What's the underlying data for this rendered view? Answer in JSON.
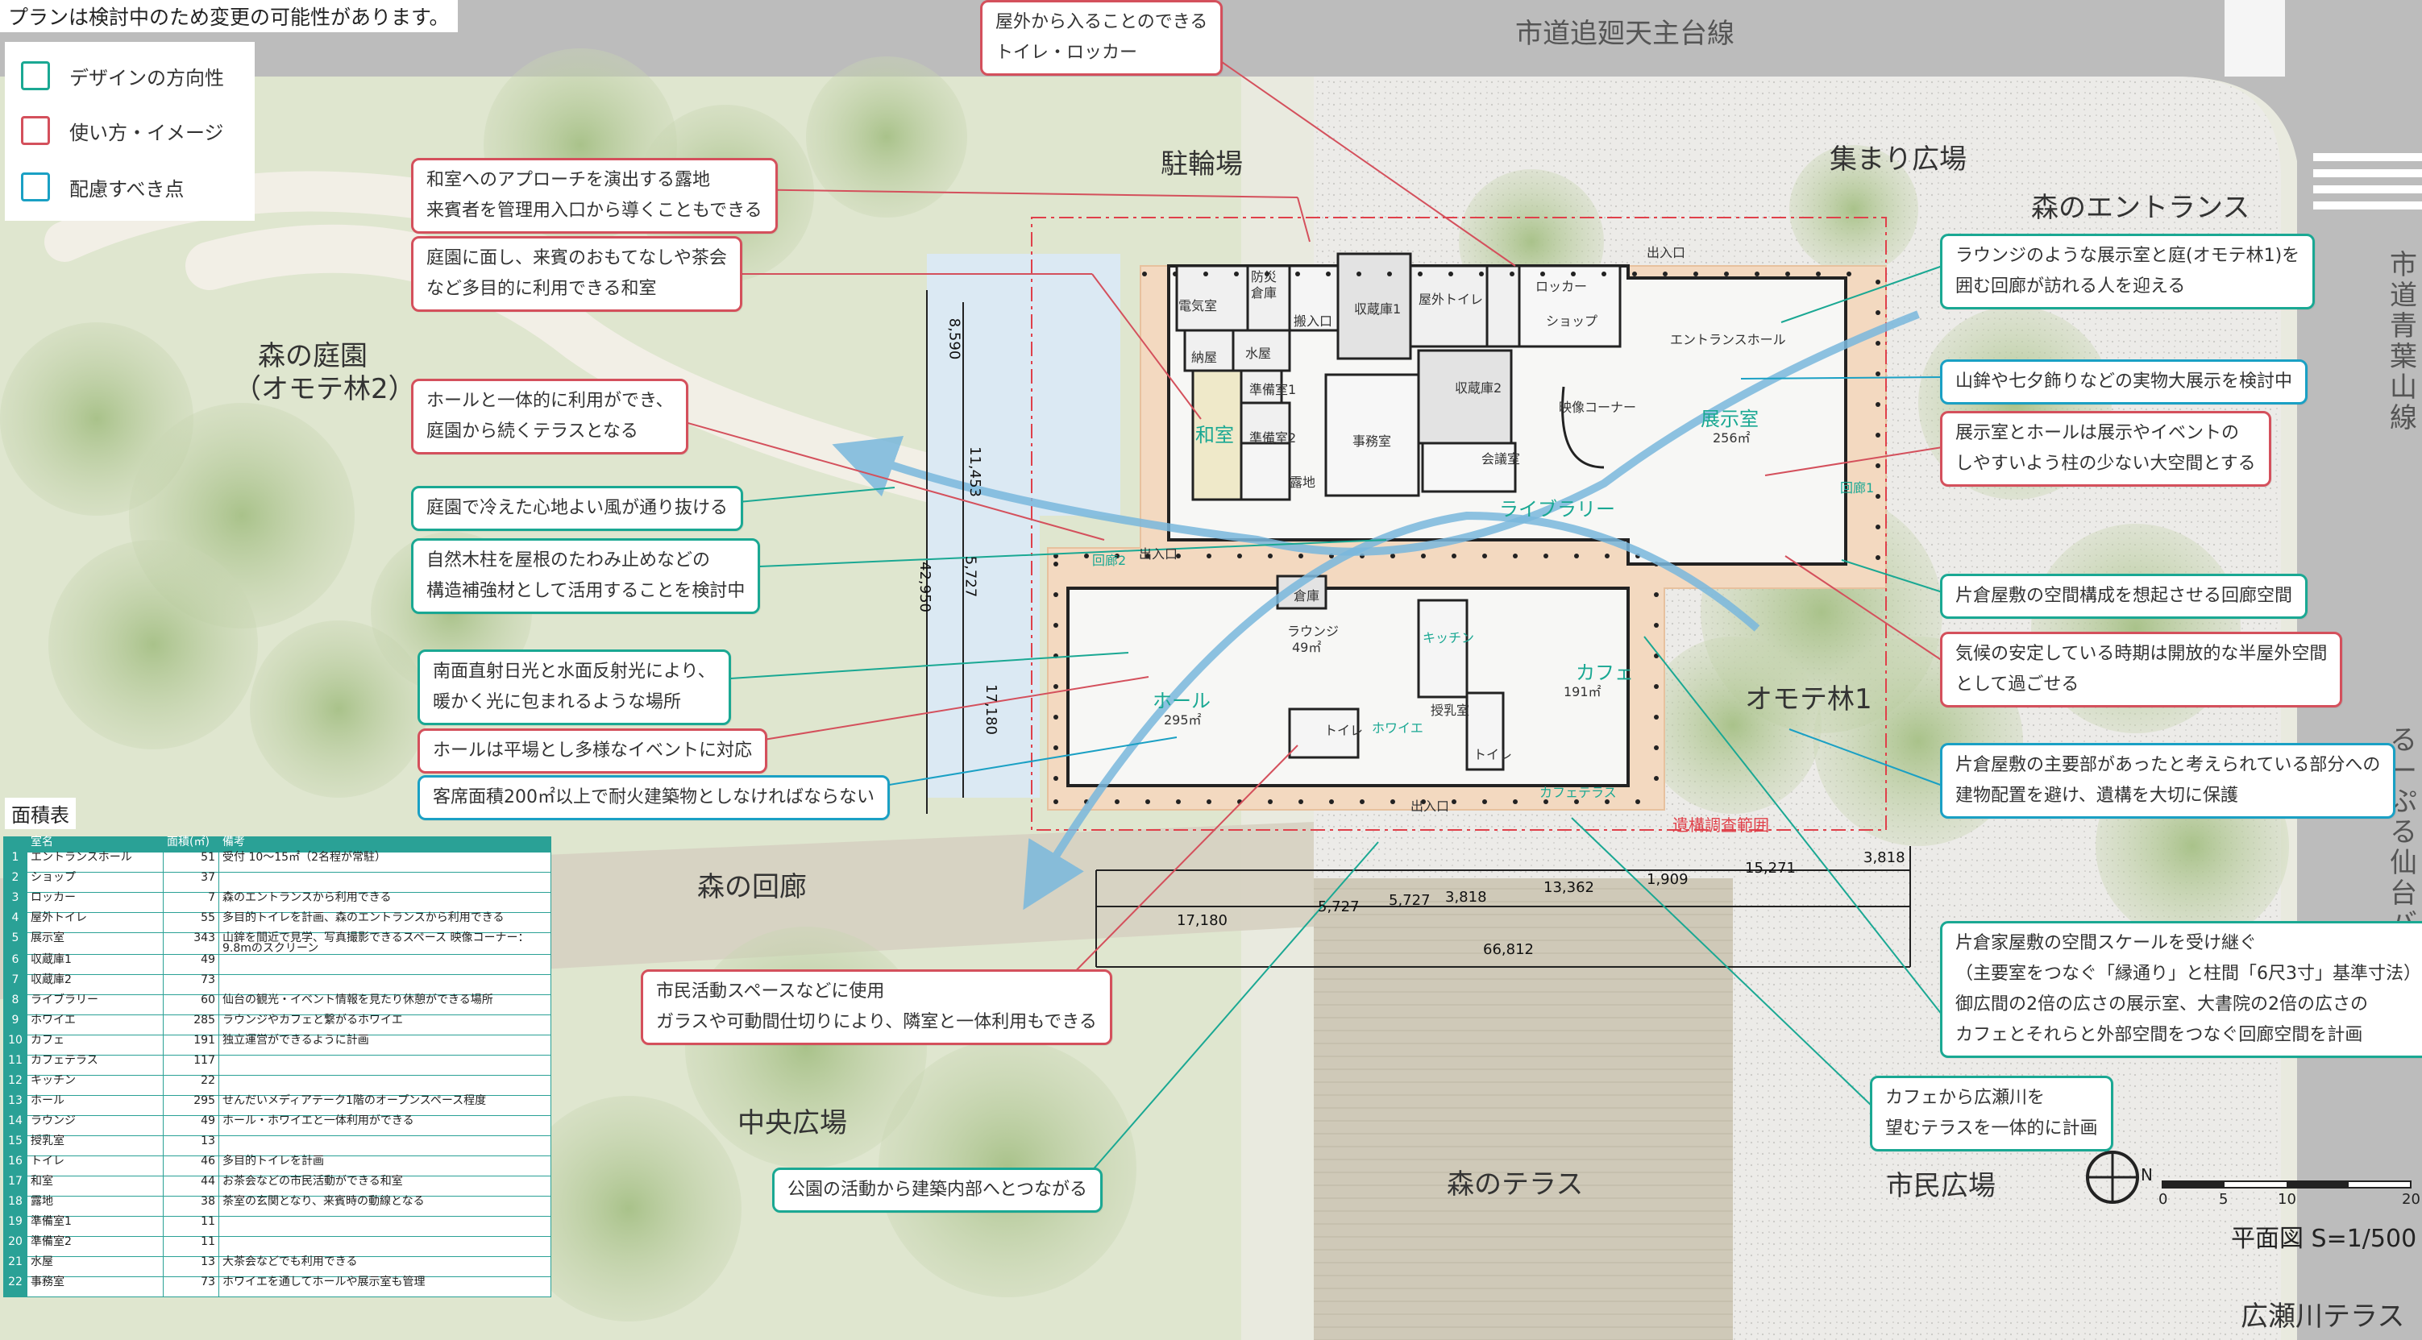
{
  "notice": "プランは検討中のため変更の可能性があります。",
  "legend": [
    {
      "label": "デザインの方向性",
      "color": "#1aa893"
    },
    {
      "label": "使い方・イメージ",
      "color": "#d4505c"
    },
    {
      "label": "配慮すべき点",
      "color": "#1aa0c4"
    }
  ],
  "map_labels": {
    "road_top": "市道追廻天主台線",
    "road_right": "市道青葉山線",
    "bus_stop": "るーぷる仙台バス停",
    "parking_bikes": "駐輪場",
    "gathering_plaza": "集まり広場",
    "forest_entrance": "森のエントランス",
    "forest_garden_1": "森の庭園",
    "forest_garden_2": "（オモテ林2）",
    "omote1": "オモテ林1",
    "forest_corridor": "森の回廊",
    "central_plaza": "中央広場",
    "forest_terrace": "森のテラス",
    "citizen_plaza": "市民広場",
    "river_terrace": "広瀬川テラス",
    "survey_range": "遺構調査範囲",
    "plan_scale": "平面図 S=1/500",
    "compass_n": "N",
    "scale_ticks": [
      "0",
      "5",
      "10",
      "20"
    ]
  },
  "rooms": {
    "denki": "電気室",
    "bousai": "防災",
    "souko_small": "倉庫",
    "hannyu": "搬入口",
    "shuzou1": "収蔵庫1",
    "outdoor_toilet": "屋外トイレ",
    "locker": "ロッカー",
    "shop": "ショップ",
    "entrance_hall": "エントランスホール",
    "nando": "納屋",
    "mizuya": "水屋",
    "junbi1": "準備室1",
    "junbi2": "準備室2",
    "washitsu": "和室",
    "roji": "露地",
    "jimushitsu": "事務室",
    "shuzou2": "収蔵庫2",
    "kaigishitsu": "会議室",
    "eizou": "映像コーナー",
    "tenjishitsu": "展示室",
    "tenji_area": "256㎡",
    "library": "ライブラリー",
    "kairo1": "回廊1",
    "kairo2": "回廊2",
    "deiriguchi1": "出入口",
    "deiriguchi2": "出入口",
    "deiriguchi3": "出入口",
    "souko": "倉庫",
    "lounge": "ラウンジ",
    "lounge_area": "49㎡",
    "kitchen": "キッチン",
    "cafe": "カフェ",
    "cafe_area": "191㎡",
    "hall": "ホール",
    "hall_area": "295㎡",
    "toilet1": "トイレ",
    "toilet2": "トイレ",
    "jyunyu": "授乳室",
    "foyer": "ホワイエ",
    "cafe_terrace": "カフェテラス"
  },
  "dimensions": {
    "v1": "8,590",
    "v2": "11,453",
    "v3": "5,727",
    "v4": "17,180",
    "v_total": "42,950",
    "h1": "17,180",
    "h2": "5,727",
    "h3": "5,727",
    "h4": "3,818",
    "h5": "13,362",
    "h6": "1,909",
    "h7": "15,271",
    "h8": "3,818",
    "h_total": "66,812"
  },
  "callouts": [
    {
      "lines": [
        "屋外から入ることのできる",
        "トイレ・ロッカー"
      ],
      "type": "red"
    },
    {
      "lines": [
        "和室へのアプローチを演出する露地",
        "来賓者を管理用入口から導くこともできる"
      ],
      "type": "red"
    },
    {
      "lines": [
        "庭園に面し、来賓のおもてなしや茶会",
        "など多目的に利用できる和室"
      ],
      "type": "red"
    },
    {
      "lines": [
        "ホールと一体的に利用ができ、",
        "庭園から続くテラスとなる"
      ],
      "type": "red"
    },
    {
      "lines": [
        "庭園で冷えた心地よい風が通り抜ける"
      ],
      "type": "green"
    },
    {
      "lines": [
        "自然木柱を屋根のたわみ止めなどの",
        "構造補強材として活用することを検討中"
      ],
      "type": "green"
    },
    {
      "lines": [
        "南面直射日光と水面反射光により、",
        "暖かく光に包まれるような場所"
      ],
      "type": "green"
    },
    {
      "lines": [
        "ホールは平場とし多様なイベントに対応"
      ],
      "type": "red"
    },
    {
      "lines": [
        "客席面積200㎡以上で耐火建築物としなければならない"
      ],
      "type": "blue"
    },
    {
      "lines": [
        "市民活動スペースなどに使用",
        "ガラスや可動間仕切りにより、隣室と一体利用もできる"
      ],
      "type": "red"
    },
    {
      "lines": [
        "公園の活動から建築内部へとつながる"
      ],
      "type": "green"
    },
    {
      "lines": [
        "ラウンジのような展示室と庭(オモテ林1)を",
        "囲む回廊が訪れる人を迎える"
      ],
      "type": "green"
    },
    {
      "lines": [
        "山鉾や七夕飾りなどの実物大展示を検討中"
      ],
      "type": "blue"
    },
    {
      "lines": [
        "展示室とホールは展示やイベントの",
        "しやすいよう柱の少ない大空間とする"
      ],
      "type": "red"
    },
    {
      "lines": [
        "片倉屋敷の空間構成を想起させる回廊空間"
      ],
      "type": "green"
    },
    {
      "lines": [
        "気候の安定している時期は開放的な半屋外空間",
        "として過ごせる"
      ],
      "type": "red"
    },
    {
      "lines": [
        "片倉屋敷の主要部があったと考えられている部分への",
        "建物配置を避け、遺構を大切に保護"
      ],
      "type": "blue"
    },
    {
      "lines": [
        "片倉家屋敷の空間スケールを受け継ぐ",
        "（主要室をつなぐ「縁通り」と柱間「6尺3寸」基準寸法）",
        "御広間の2倍の広さの展示室、大書院の2倍の広さの",
        "カフェとそれらと外部空間をつなぐ回廊空間を計画"
      ],
      "type": "green"
    },
    {
      "lines": [
        "カフェから広瀬川を",
        "望むテラスを一体的に計画"
      ],
      "type": "green"
    }
  ],
  "area_table": {
    "title": "面積表",
    "headers": [
      "室名",
      "面積(㎡)",
      "備考"
    ],
    "rows": [
      [
        "1",
        "エントランスホール",
        "51",
        "受付 10～15㎡（2名程が常駐）"
      ],
      [
        "2",
        "ショップ",
        "37",
        ""
      ],
      [
        "3",
        "ロッカー",
        "7",
        "森のエントランスから利用できる"
      ],
      [
        "4",
        "屋外トイレ",
        "55",
        "多目的トイレを計画、森のエントランスから利用できる"
      ],
      [
        "5",
        "展示室",
        "343",
        "山鉾を間近で見学、写真撮影できるスペース 映像コーナー：9.8mのスクリーン"
      ],
      [
        "6",
        "収蔵庫1",
        "49",
        ""
      ],
      [
        "7",
        "収蔵庫2",
        "73",
        ""
      ],
      [
        "8",
        "ライブラリー",
        "60",
        "仙台の観光・イベント情報を見たり休憩ができる場所"
      ],
      [
        "9",
        "ホワイエ",
        "285",
        "ラウンジやカフェと繋がるホワイエ"
      ],
      [
        "10",
        "カフェ",
        "191",
        "独立運営ができるように計画"
      ],
      [
        "11",
        "カフェテラス",
        "117",
        ""
      ],
      [
        "12",
        "キッチン",
        "22",
        ""
      ],
      [
        "13",
        "ホール",
        "295",
        "せんだいメディアテーク1階のオープンスペース程度"
      ],
      [
        "14",
        "ラウンジ",
        "49",
        "ホール・ホワイエと一体利用ができる"
      ],
      [
        "15",
        "授乳室",
        "13",
        ""
      ],
      [
        "16",
        "トイレ",
        "46",
        "多目的トイレを計画"
      ],
      [
        "17",
        "和室",
        "44",
        "お茶会などの市民活動ができる和室"
      ],
      [
        "18",
        "露地",
        "38",
        "茶室の玄関となり、来賓時の動線となる"
      ],
      [
        "19",
        "準備室1",
        "11",
        ""
      ],
      [
        "20",
        "準備室2",
        "11",
        ""
      ],
      [
        "21",
        "水屋",
        "13",
        "大茶会などでも利用できる"
      ],
      [
        "22",
        "事務室",
        "73",
        "ホワイエを通してホールや展示室も管理"
      ]
    ]
  },
  "colors": {
    "design": "#1aa893",
    "usage": "#d4505c",
    "consider": "#1aa0c4",
    "wind": "#7ab8dd",
    "survey": "#e0404a"
  }
}
